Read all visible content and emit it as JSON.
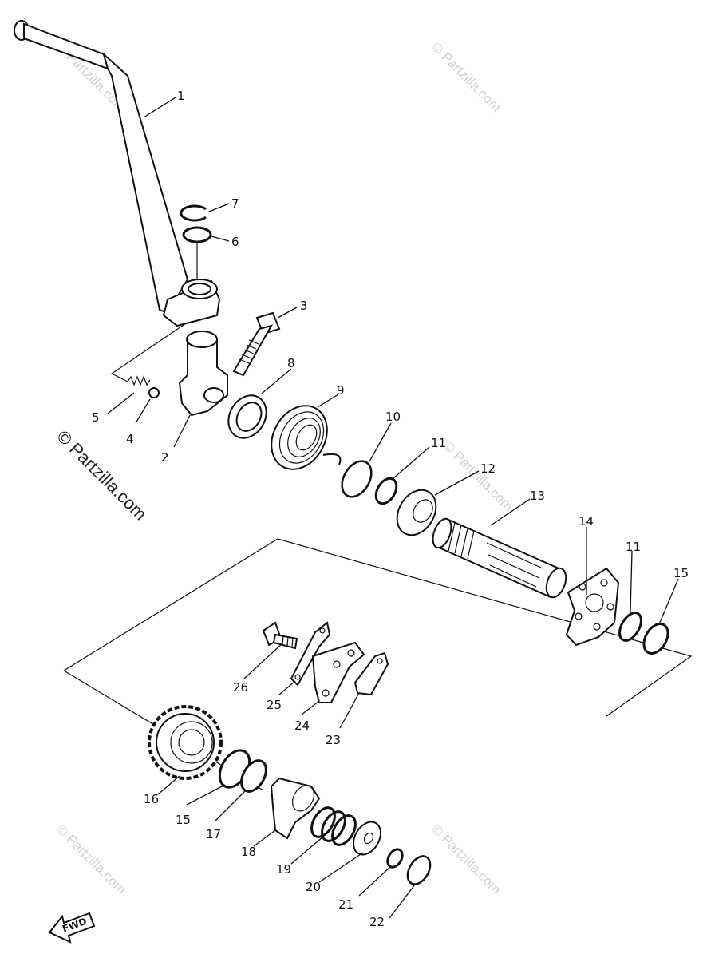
{
  "labels": [
    {
      "id": "1",
      "text": "1"
    },
    {
      "id": "2",
      "text": "2"
    },
    {
      "id": "3",
      "text": "3"
    },
    {
      "id": "4",
      "text": "4"
    },
    {
      "id": "5",
      "text": "5"
    },
    {
      "id": "6",
      "text": "6"
    },
    {
      "id": "7",
      "text": "7"
    },
    {
      "id": "8",
      "text": "8"
    },
    {
      "id": "9",
      "text": "9"
    },
    {
      "id": "10",
      "text": "10"
    },
    {
      "id": "11a",
      "text": "11"
    },
    {
      "id": "12",
      "text": "12"
    },
    {
      "id": "13",
      "text": "13"
    },
    {
      "id": "14",
      "text": "14"
    },
    {
      "id": "11b",
      "text": "11"
    },
    {
      "id": "15a",
      "text": "15"
    },
    {
      "id": "26",
      "text": "26"
    },
    {
      "id": "25",
      "text": "25"
    },
    {
      "id": "24",
      "text": "24"
    },
    {
      "id": "23",
      "text": "23"
    },
    {
      "id": "16",
      "text": "16"
    },
    {
      "id": "15b",
      "text": "15"
    },
    {
      "id": "17",
      "text": "17"
    },
    {
      "id": "18",
      "text": "18"
    },
    {
      "id": "19",
      "text": "19"
    },
    {
      "id": "20",
      "text": "20"
    },
    {
      "id": "21",
      "text": "21"
    },
    {
      "id": "22",
      "text": "22"
    }
  ],
  "watermark": {
    "main": "© Partzilla.com",
    "small": "© Partzilla.com"
  },
  "fwd_label": "FWD",
  "colors": {
    "ink": "#111111",
    "watermark": "#cfcfcf",
    "background": "#ffffff"
  }
}
